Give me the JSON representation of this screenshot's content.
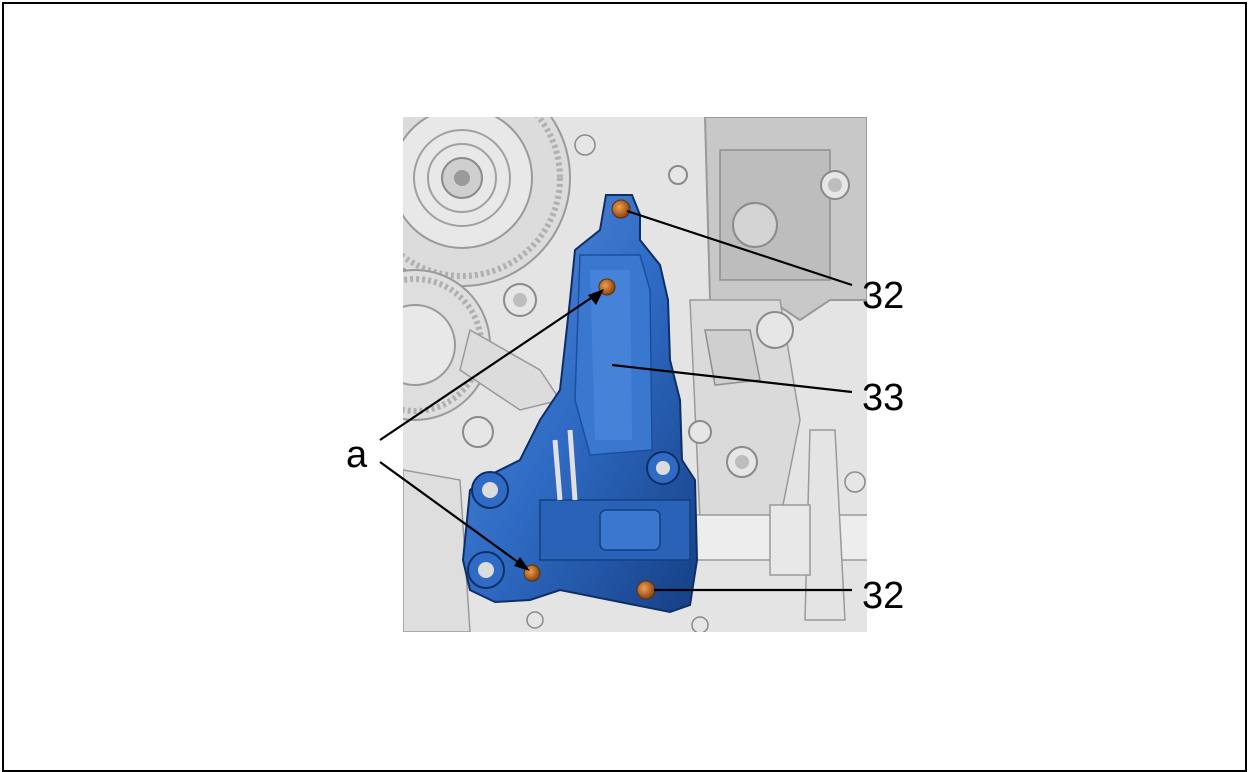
{
  "callouts": {
    "bolt_top": "32",
    "bolt_bottom": "32",
    "component": "33",
    "reference": "a"
  },
  "colors": {
    "component_blue": "#2f6bc4",
    "component_dark": "#1a4f9e",
    "bolt_copper": "#c06a1c",
    "engine_grey": "#d9d9d9",
    "line_grey": "#9a9a9a",
    "leader": "#000000"
  }
}
